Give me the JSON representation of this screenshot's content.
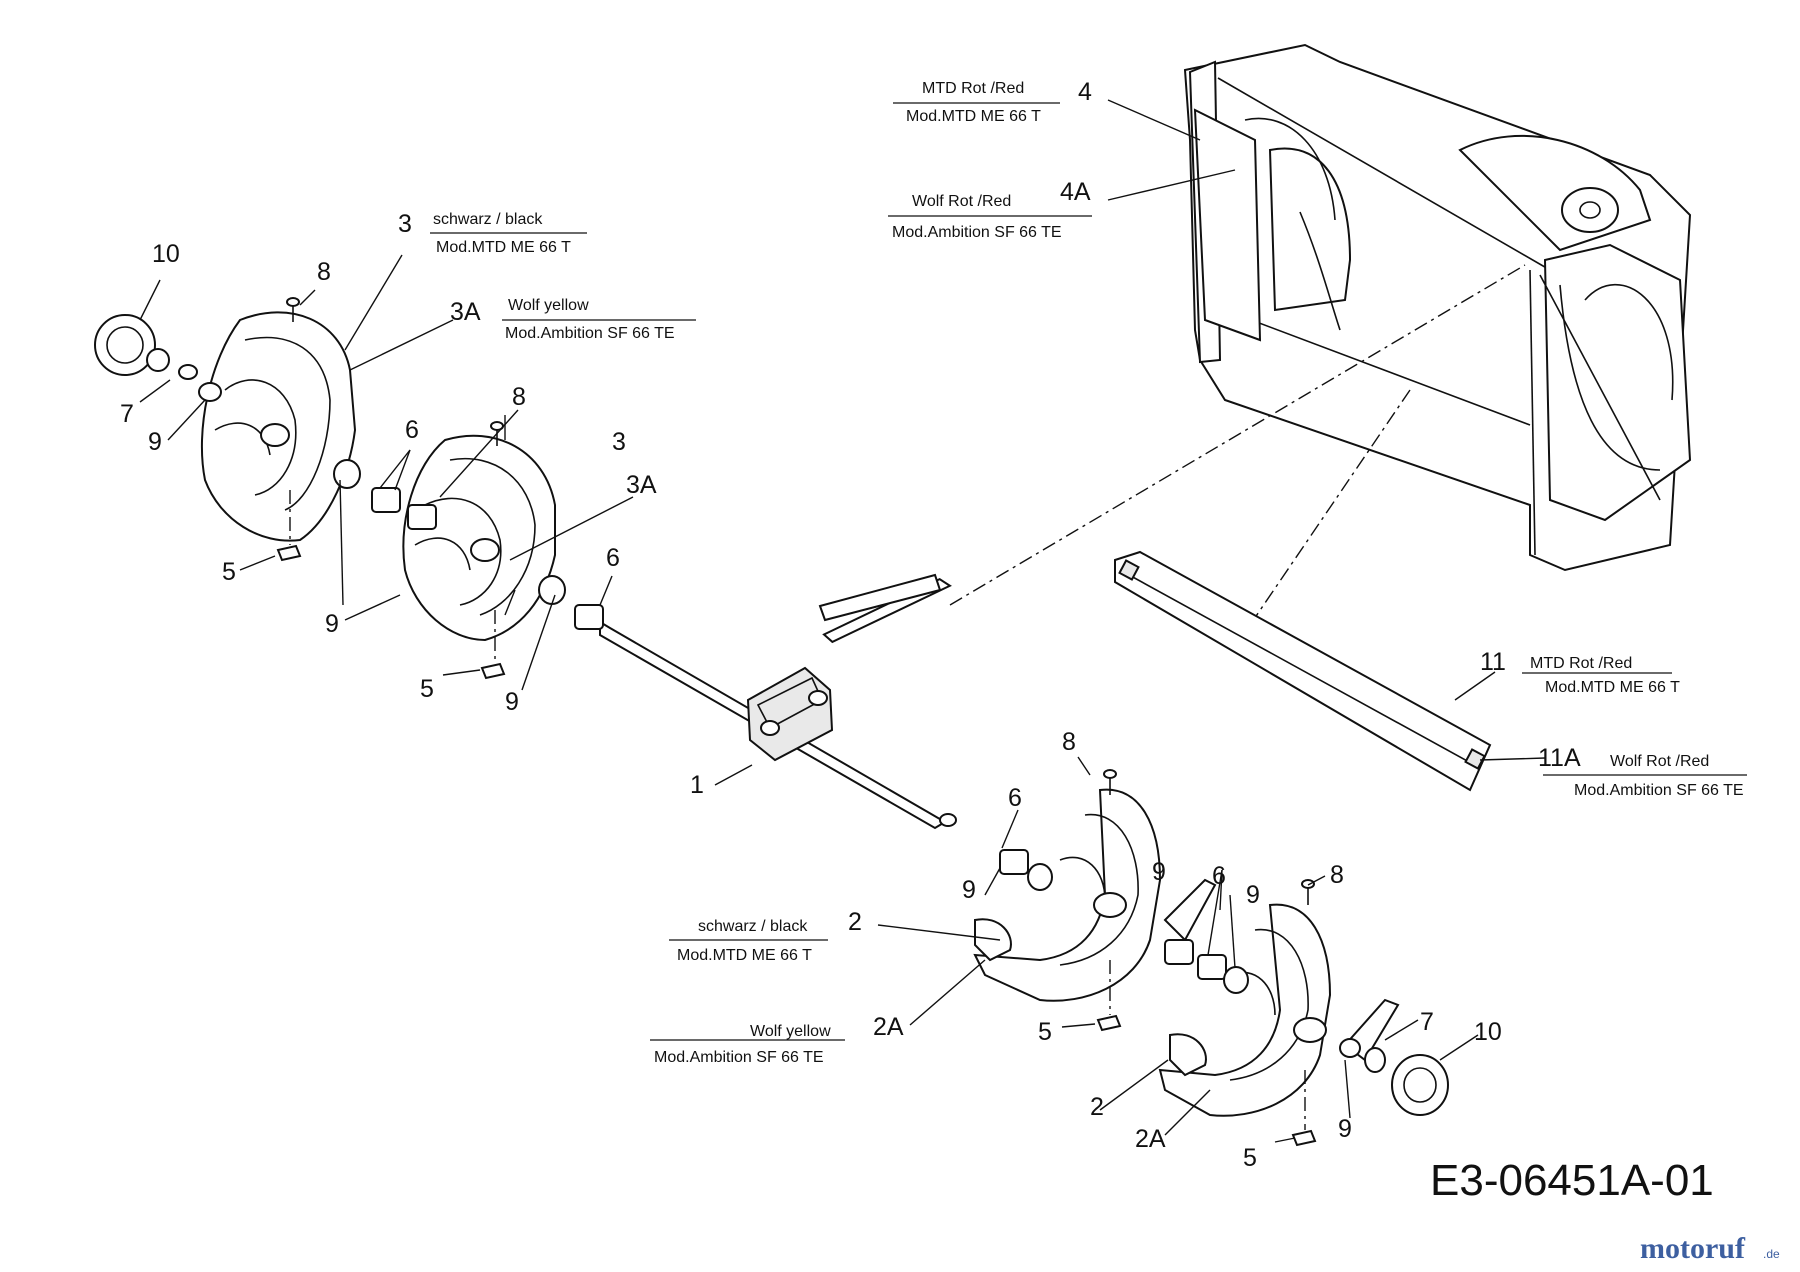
{
  "callouts": {
    "c1": "1",
    "c2": "2",
    "c2a": "2A",
    "c3": "3",
    "c3a": "3A",
    "c4": "4",
    "c4a": "4A",
    "c5": "5",
    "c6": "6",
    "c7": "7",
    "c8": "8",
    "c9": "9",
    "c10": "10",
    "c11": "11",
    "c11a": "11A"
  },
  "variants": {
    "p4": {
      "color": "MTD Rot /Red",
      "model": "Mod.MTD ME 66 T"
    },
    "p4a": {
      "color": "Wolf Rot /Red",
      "model": "Mod.Ambition  SF 66 TE"
    },
    "p3": {
      "color": "schwarz / black",
      "model": "Mod.MTD ME 66 T"
    },
    "p3a": {
      "color": "Wolf yellow",
      "model": "Mod.Ambition  SF 66 TE"
    },
    "p11": {
      "color": "MTD Rot /Red",
      "model": "Mod.MTD ME 66 T"
    },
    "p11a": {
      "color": "Wolf Rot /Red",
      "model": "Mod.Ambition  SF 66 TE"
    },
    "p2": {
      "color": "schwarz / black",
      "model": "Mod.MTD ME 66 T"
    },
    "p2a": {
      "color": "Wolf yellow",
      "model": "Mod.Ambition  SF 66 TE"
    }
  },
  "diagram_code": "E3-06451A-01",
  "watermark": {
    "brand": "motoruf",
    "tld": ".de"
  }
}
